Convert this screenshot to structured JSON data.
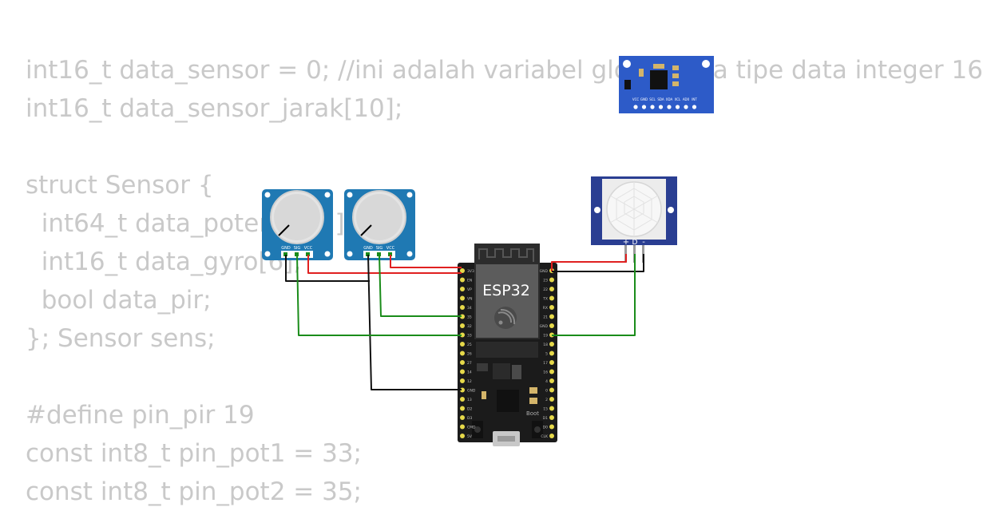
{
  "code": {
    "lines": [
      "int16_t data_sensor = 0; //ini adalah variabel global juga tipe data integer 16",
      "int16_t data_sensor_jarak[10];",
      "",
      "struct Sensor {",
      "  int64_t data_potensio[2];",
      "  int16_t data_gyro[6];",
      "  bool data_pir;",
      "}; Sensor sens;",
      "",
      "#define pin_pir 19",
      "const int8_t pin_pot1 = 33;",
      "const int8_t pin_pot2 = 35;"
    ]
  },
  "board": {
    "label": "ESP32",
    "boot_label": "Boot",
    "pins_left": [
      "3V3",
      "EN",
      "VP",
      "VN",
      "34",
      "35",
      "32",
      "33",
      "25",
      "26",
      "27",
      "14",
      "12",
      "GND",
      "13",
      "D2",
      "D3",
      "CMD",
      "5V"
    ],
    "pins_right": [
      "GND",
      "23",
      "22",
      "TX",
      "RX",
      "21",
      "GND",
      "19",
      "18",
      "5",
      "17",
      "16",
      "4",
      "0",
      "2",
      "15",
      "D1",
      "D0",
      "CLK"
    ]
  },
  "potentiometer": {
    "pin_labels": [
      "GND",
      "SIG",
      "VCC"
    ]
  },
  "pir": {
    "pin_labels": [
      "+",
      "D",
      "-"
    ]
  },
  "gyro": {
    "pin_labels": [
      "VCC",
      "GND",
      "SCL",
      "SDA",
      "XDA",
      "XCL",
      "AD0",
      "INT"
    ]
  },
  "wires": {
    "colors": {
      "power": "#e02020",
      "ground": "#111111",
      "signal": "#1a8c1a"
    }
  },
  "colors": {
    "module_blue": "#1f79b3",
    "pir_blue": "#2a3e92",
    "gyro_blue": "#2d5bc8",
    "board_black": "#1b1b1b",
    "pin_yellow": "#e6d94a"
  }
}
